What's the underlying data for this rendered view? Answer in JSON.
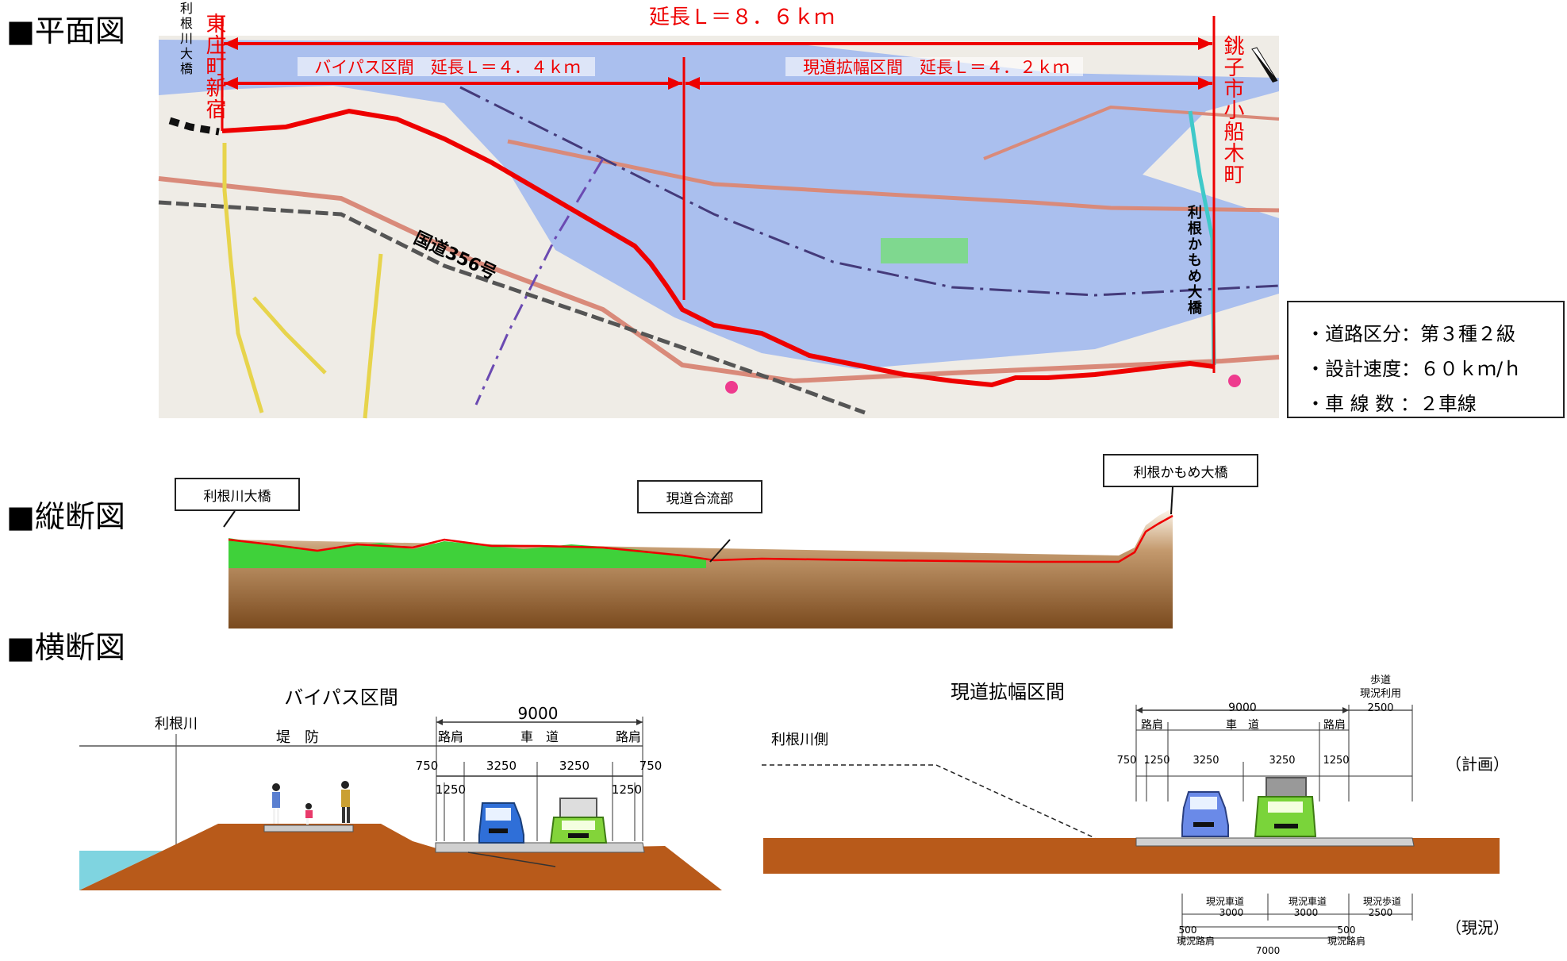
{
  "sections": {
    "plan": "■平面図",
    "profile": "■縦断図",
    "cross": "■横断図"
  },
  "plan": {
    "total_length": "延長Ｌ＝８．６ｋｍ",
    "bypass_length": "バイパス区間　延長Ｌ＝４．４ｋｍ",
    "widening_length": "現道拡幅区間　延長Ｌ＝４．２ｋｍ",
    "west_end": "東庄町新宿",
    "east_end": "銚子市小船木町",
    "tone_bridge": "利根川大橋",
    "kamome_bridge": "利根かもめ大橋",
    "route": "国道356号"
  },
  "legend": {
    "items": [
      "・道路区分：第３種２級",
      "・設計速度：６０ｋｍ/ｈ",
      "・車 線 数 ：２車線"
    ]
  },
  "profile": {
    "labels": [
      "利根川大橋",
      "現道合流部",
      "利根かもめ大橋"
    ]
  },
  "bypass_section": {
    "title": "バイパス区間",
    "river": "利根川",
    "levee": "堤　防",
    "total_width": "9000",
    "shoulder": "路肩",
    "carriageway": "車　道",
    "dims": [
      "750",
      "3250",
      "3250",
      "750",
      "1250",
      "1250"
    ]
  },
  "widening_section": {
    "title": "現道拡幅区間",
    "river_side": "利根川側",
    "total_width": "9000",
    "sidewalk_top": "歩道",
    "sidewalk_mid": "現況利用",
    "sidewalk_width": "2500",
    "shoulder": "路肩",
    "carriageway": "車　道",
    "dims": [
      "750",
      "1250",
      "3250",
      "3250",
      "1250"
    ],
    "plan_label": "（計画）",
    "current_label": "（現況）",
    "current_road": "現況車道",
    "current_road_width": "3000",
    "current_sidewalk": "現況歩道",
    "current_sidewalk_width": "2500",
    "current_shoulder": "現況路肩",
    "current_shoulder_width": "500",
    "current_total": "7000"
  }
}
